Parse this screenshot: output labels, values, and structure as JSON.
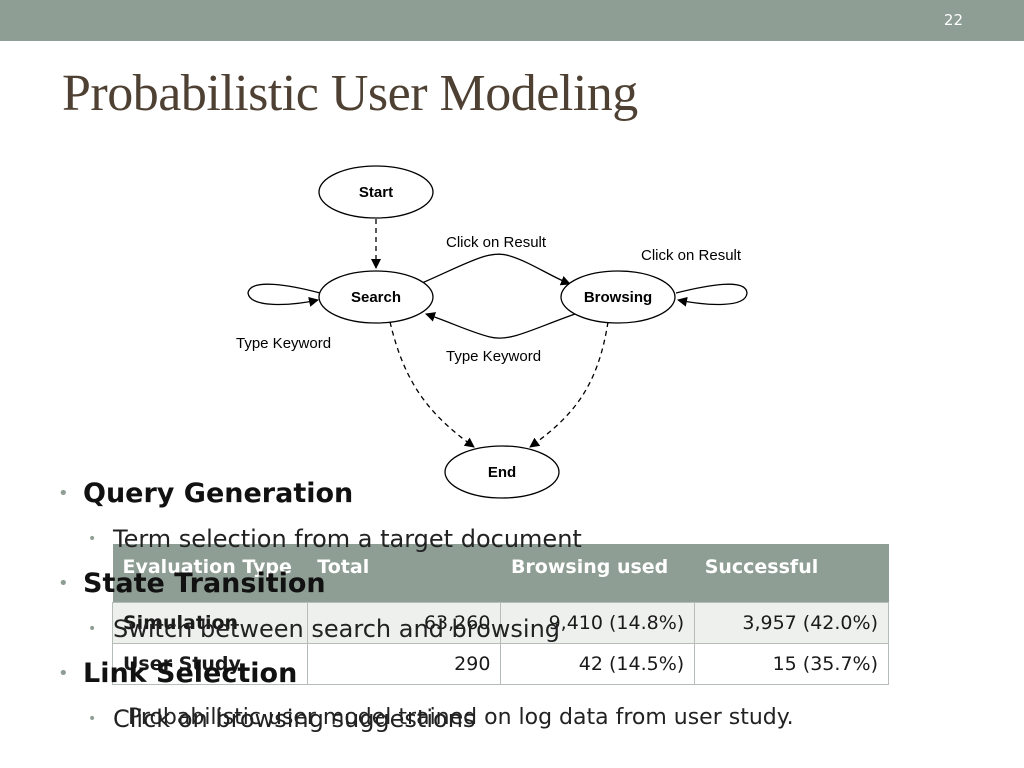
{
  "slide": {
    "number": "22",
    "title": "Probabilistic User Modeling",
    "caption": "Probabilistic user model trained on log data from user study."
  },
  "diagram": {
    "nodes": {
      "start": "Start",
      "search": "Search",
      "browsing": "Browsing",
      "end": "End"
    },
    "edges": {
      "search_to_browsing": "Click on Result",
      "browsing_self": "Click on Result",
      "search_self": "Type Keyword",
      "browsing_to_search": "Type Keyword"
    }
  },
  "table": {
    "headers": [
      "Evaluation Type",
      "Total",
      "Browsing used",
      "Successful"
    ],
    "rows": [
      {
        "type": "Simulation",
        "total": "63,260",
        "browsing": "9,410 (14.8%)",
        "successful": "3,957 (42.0%)"
      },
      {
        "type": "User Study",
        "total": "290",
        "browsing": "42 (14.5%)",
        "successful": "15 (35.7%)"
      }
    ]
  },
  "bullets": [
    {
      "label": "Query Generation",
      "sub": "Term selection from a target document"
    },
    {
      "label": "State Transition",
      "sub": "Switch between search and browsing"
    },
    {
      "label": "Link Selection",
      "sub": "Click on browsing suggestions"
    }
  ],
  "colors": {
    "accent": "#8f9e94",
    "title": "#4e4133"
  }
}
